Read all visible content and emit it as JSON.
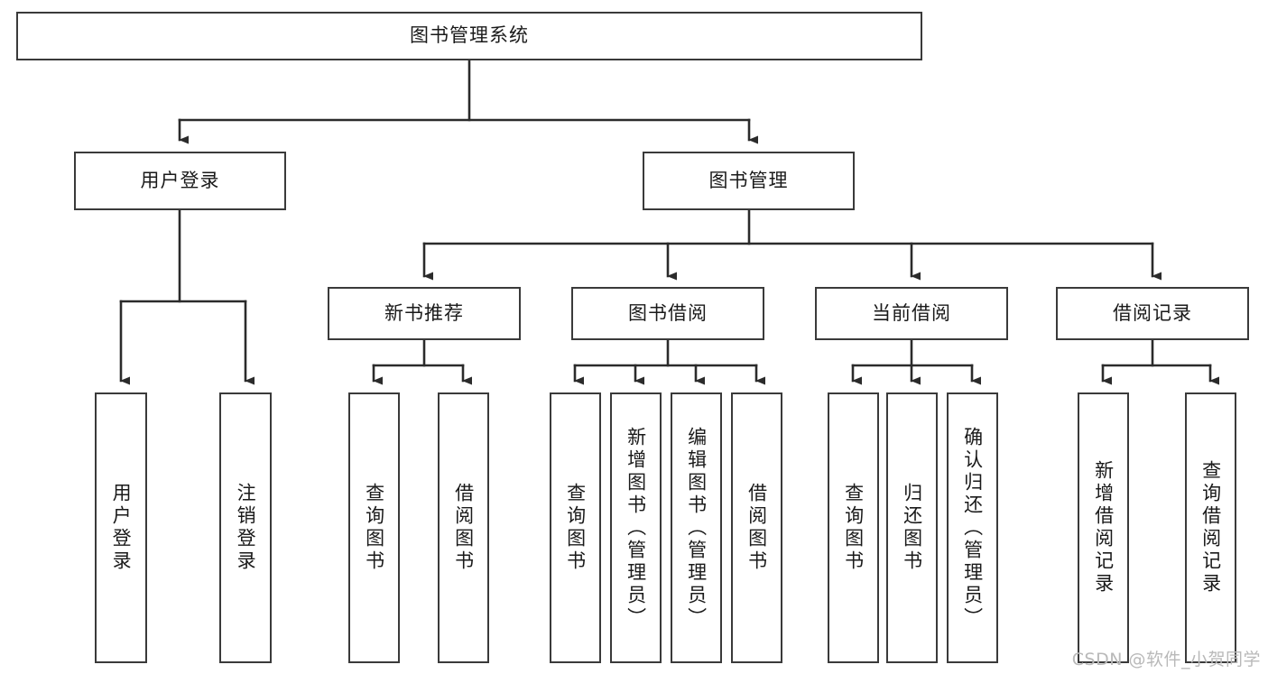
{
  "diagram": {
    "type": "tree-hierarchy",
    "title": "图书管理系统",
    "orientation": "top-down",
    "colors": {
      "box_border": "#3a3a3a",
      "box_fill": "#ffffff",
      "edge": "#2b2b2b",
      "text": "#1a1a1a",
      "watermark": "#b9b9b9"
    }
  },
  "nodes": {
    "root": {
      "label": "图书管理系统"
    },
    "level2": [
      {
        "id": "user-login",
        "label": "用户登录"
      },
      {
        "id": "book-manage",
        "label": "图书管理"
      }
    ],
    "level3": [
      {
        "id": "new-book-recommend",
        "label": "新书推荐"
      },
      {
        "id": "book-borrow",
        "label": "图书借阅"
      },
      {
        "id": "current-borrow",
        "label": "当前借阅"
      },
      {
        "id": "borrow-record",
        "label": "借阅记录"
      }
    ],
    "leaves": [
      {
        "id": "leaf-user-login",
        "parent": "user-login",
        "label": "用户登录"
      },
      {
        "id": "leaf-logout-login",
        "parent": "user-login",
        "label": "注销登录"
      },
      {
        "id": "leaf-query-book-1",
        "parent": "new-book-recommend",
        "label": "查询图书"
      },
      {
        "id": "leaf-borrow-book-1",
        "parent": "new-book-recommend",
        "label": "借阅图书"
      },
      {
        "id": "leaf-query-book-2",
        "parent": "book-borrow",
        "label": "查询图书"
      },
      {
        "id": "leaf-add-book",
        "parent": "book-borrow",
        "label": "新增图书（管理员）"
      },
      {
        "id": "leaf-edit-book",
        "parent": "book-borrow",
        "label": "编辑图书（管理员）"
      },
      {
        "id": "leaf-borrow-book-2",
        "parent": "book-borrow",
        "label": "借阅图书"
      },
      {
        "id": "leaf-query-book-3",
        "parent": "current-borrow",
        "label": "查询图书"
      },
      {
        "id": "leaf-return-book",
        "parent": "current-borrow",
        "label": "归还图书"
      },
      {
        "id": "leaf-confirm-return",
        "parent": "current-borrow",
        "label": "确认归还（管理员）"
      },
      {
        "id": "leaf-add-record",
        "parent": "borrow-record",
        "label": "新增借阅记录"
      },
      {
        "id": "leaf-query-record",
        "parent": "borrow-record",
        "label": "查询借阅记录"
      }
    ]
  },
  "watermark": {
    "text": "CSDN @软件_小贺同学"
  }
}
